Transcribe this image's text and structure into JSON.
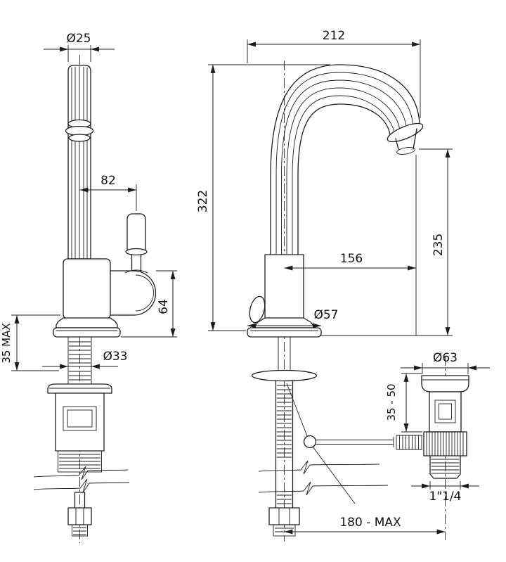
{
  "page": {
    "title": "Single-hole basin mixer technical drawing",
    "background": "#ffffff",
    "line_color": "#1c1c1c"
  },
  "views": {
    "side_view": "side view with handle",
    "front_view": "front view with gooseneck spout",
    "drain_detail": "pop-up waste detail"
  },
  "dimensions": {
    "spout_tube_diameter": "Ø25",
    "total_width": "212",
    "handle_offset": "82",
    "total_height": "322",
    "outlet_height": "235",
    "spout_reach": "156",
    "body_height": "64",
    "base_diameter": "Ø57",
    "shank_diameter": "Ø33",
    "max_deck_left": "35 MAX",
    "drain_flange_diameter": "Ø63",
    "deck_thickness_range": "35 - 50",
    "drain_thread": "1\"1/4",
    "drain_distance": "180 - MAX"
  }
}
